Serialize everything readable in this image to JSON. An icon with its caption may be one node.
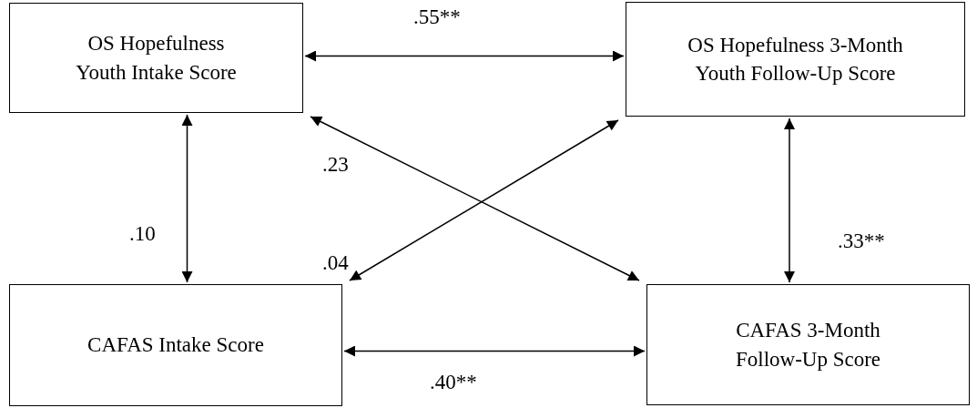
{
  "diagram": {
    "nodes": [
      {
        "text": [
          "OS Hopefulness Youth Intake Score"
        ]
      },
      {
        "text": [
          "OS Hopefulness 3-Month Youth Follow-Up Score"
        ]
      },
      {
        "text": [
          "CAFAS Intake Score"
        ]
      },
      {
        "text": [
          "CAFAS 3-Month Follow-Up Score"
        ]
      }
    ],
    "edges": [
      {
        "from": 0,
        "to": 1,
        "arrow": "both",
        "label": ".55**"
      },
      {
        "from": 0,
        "to": 2,
        "arrow": "both",
        "label": ".10"
      },
      {
        "from": 1,
        "to": 3,
        "arrow": "both",
        "label": ".33**"
      },
      {
        "from": 0,
        "to": 3,
        "arrow": "both",
        "label": ".23"
      },
      {
        "from": 1,
        "to": 2,
        "arrow": "both",
        "label": ".04"
      },
      {
        "from": 2,
        "to": 3,
        "arrow": "both",
        "label": ".40**"
      }
    ]
  }
}
